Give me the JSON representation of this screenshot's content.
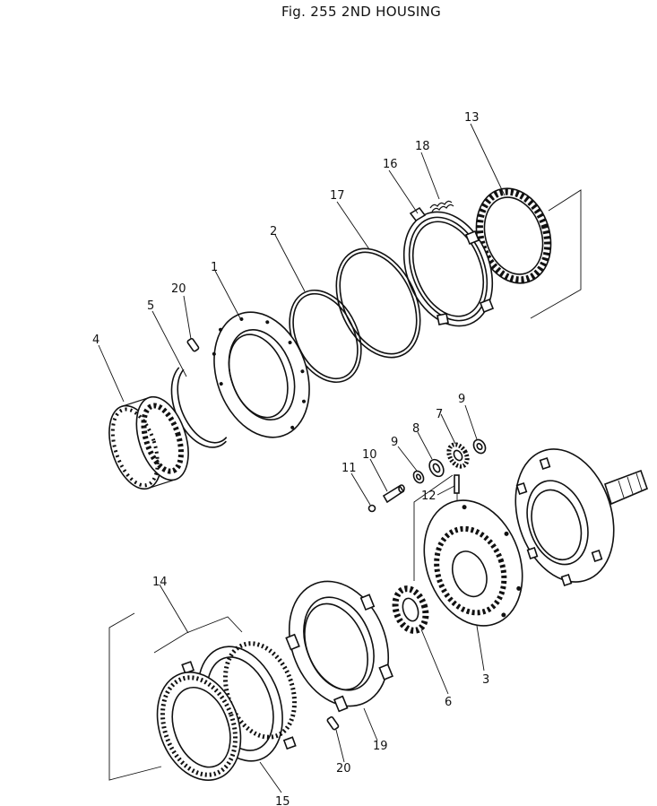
{
  "figure": {
    "title": "Fig. 255   2ND HOUSING"
  },
  "callouts": {
    "c1": "1",
    "c2": "2",
    "c3": "3",
    "c4": "4",
    "c5": "5",
    "c6": "6",
    "c7": "7",
    "c8": "8",
    "c9a": "9",
    "c9b": "9",
    "c10": "10",
    "c11": "11",
    "c12": "12",
    "c13": "13",
    "c14": "14",
    "c15": "15",
    "c16": "16",
    "c17": "17",
    "c18": "18",
    "c19": "19",
    "c20a": "20",
    "c20b": "20"
  }
}
